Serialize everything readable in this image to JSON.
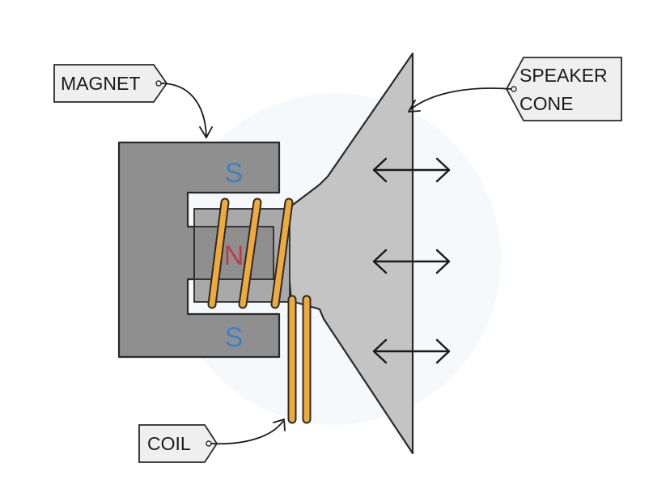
{
  "labels": {
    "magnet": "MAGNET",
    "speaker_cone_line1": "SPEAKER",
    "speaker_cone_line2": "CONE",
    "coil": "COIL"
  },
  "poles": {
    "top": "S",
    "middle": "N",
    "bottom": "S"
  },
  "colors": {
    "magnet": "#8f8f8f",
    "cone": "#c4c4c4",
    "coil": "#f2a93b",
    "pole_s": "#3b82c4",
    "pole_n": "#c23a4a",
    "outline": "#2a2a2a",
    "tag_fill": "#efefef"
  }
}
